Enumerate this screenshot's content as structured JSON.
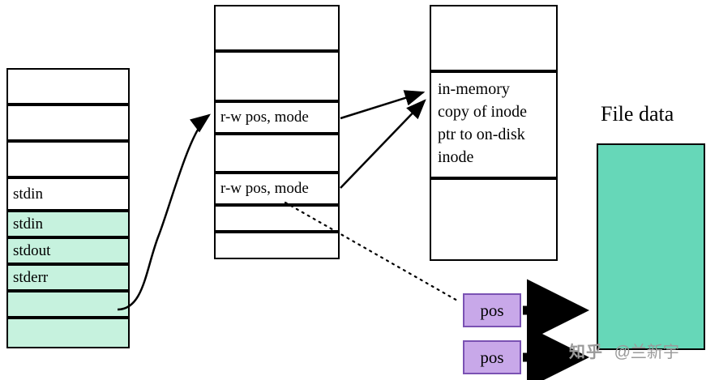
{
  "diagram": {
    "title": "File data",
    "fd_table": {
      "name": "file-descriptor-table",
      "rows": [
        {
          "label": "",
          "fill": "white"
        },
        {
          "label": "",
          "fill": "white"
        },
        {
          "label": "",
          "fill": "white"
        },
        {
          "label": "stdin",
          "fill": "mint"
        },
        {
          "label": "stdout",
          "fill": "mint"
        },
        {
          "label": "stderr",
          "fill": "mint"
        },
        {
          "label": "",
          "fill": "mint"
        },
        {
          "label": "",
          "fill": "mint"
        }
      ]
    },
    "open_file_table": {
      "name": "open-file-table",
      "rows": [
        {
          "label": ""
        },
        {
          "label": ""
        },
        {
          "label": "r-w pos, mode"
        },
        {
          "label": ""
        },
        {
          "label": "r-w pos, mode"
        },
        {
          "label": ""
        },
        {
          "label": ""
        }
      ]
    },
    "inode_table": {
      "name": "inode-table",
      "rows": [
        {
          "label": ""
        },
        {
          "label": "in-memory\ncopy of inode\nptr to on-disk\ninode"
        },
        {
          "label": ""
        }
      ],
      "text_lines": [
        "in-memory",
        "copy of inode",
        "ptr to on-disk",
        "inode"
      ]
    },
    "file_data": {
      "label": "File data"
    },
    "pos_boxes": [
      {
        "label": "pos"
      },
      {
        "label": "pos"
      }
    ],
    "colors": {
      "mint": "#c6f2de",
      "teal": "#66d7b8",
      "purple": "#c8a8e9",
      "purple_border": "#7a52b3",
      "stroke": "#000000",
      "watermark": "#9a9a9a"
    }
  },
  "watermark": {
    "prefix": "知乎",
    "handle": "@兰新宇"
  }
}
